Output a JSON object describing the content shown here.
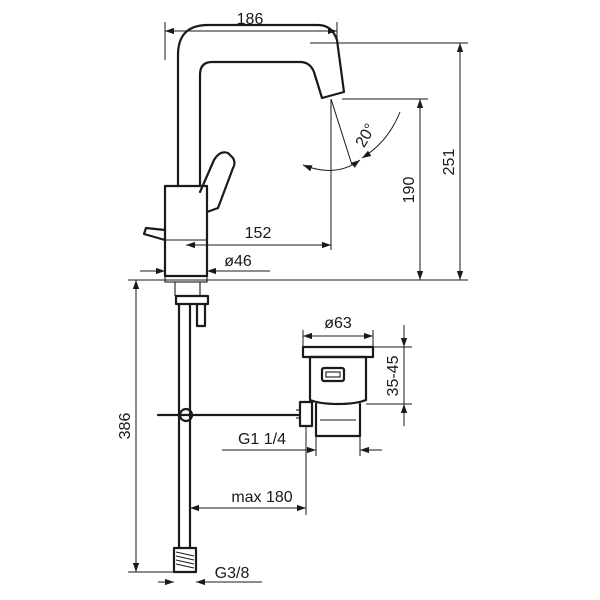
{
  "dimensions": {
    "width_top": "186",
    "height_total": "251",
    "height_spout": "190",
    "spout_angle": "20°",
    "reach": "152",
    "body_diameter": "ø46",
    "tail_length": "386",
    "waste_diameter": "ø63",
    "waste_range": "35-45",
    "waste_thread": "G1 1/4",
    "lever_reach": "max 180",
    "hose_thread": "G3/8"
  }
}
